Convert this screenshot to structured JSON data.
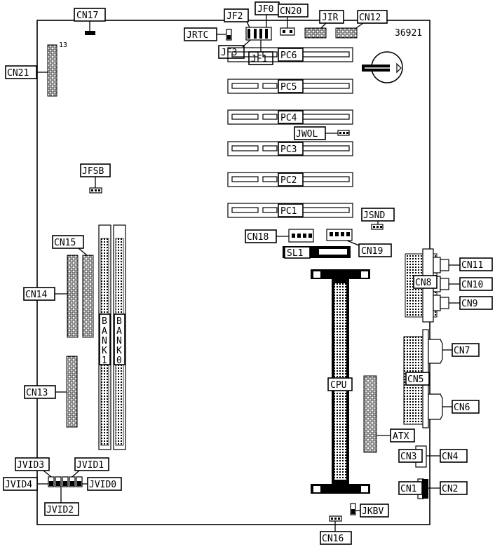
{
  "board_id": "36921",
  "pin_number": "13",
  "labels": {
    "cn17": "CN17",
    "jf2": "JF2",
    "jf0": "JF0",
    "cn20": "CN20",
    "jir": "JIR",
    "cn12": "CN12",
    "jrtc": "JRTC",
    "jf3": "JF3",
    "jf1": "JF1",
    "cn21": "CN21",
    "pc6": "PC6",
    "pc5": "PC5",
    "pc4": "PC4",
    "pc3": "PC3",
    "pc2": "PC2",
    "pc1": "PC1",
    "jwol": "JWOL",
    "jfsb": "JFSB",
    "jsnd": "JSND",
    "cn18": "CN18",
    "cn19": "CN19",
    "sl1": "SL1",
    "cn15": "CN15",
    "cn14": "CN14",
    "cn13": "CN13",
    "bank1": [
      "B",
      "A",
      "N",
      "K",
      "1"
    ],
    "bank0": [
      "B",
      "A",
      "N",
      "K",
      "0"
    ],
    "cn11": "CN11",
    "cn8": "CN8",
    "cn10": "CN10",
    "cn9": "CN9",
    "cn7": "CN7",
    "cn5": "CN5",
    "cn6": "CN6",
    "cpu": "CPU",
    "atx": "ATX",
    "cn3": "CN3",
    "cn4": "CN4",
    "cn1": "CN1",
    "cn2": "CN2",
    "jvid3": "JVID3",
    "jvid1": "JVID1",
    "jvid4": "JVID4",
    "jvid0": "JVID0",
    "jvid2": "JVID2",
    "jkbv": "JKBV",
    "cn16": "CN16"
  }
}
